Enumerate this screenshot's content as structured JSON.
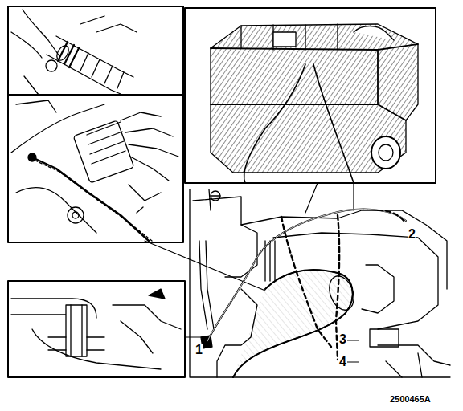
{
  "diagram": {
    "labels": [
      "1",
      "2",
      "3",
      "4",
      "2500465A"
    ]
  }
}
